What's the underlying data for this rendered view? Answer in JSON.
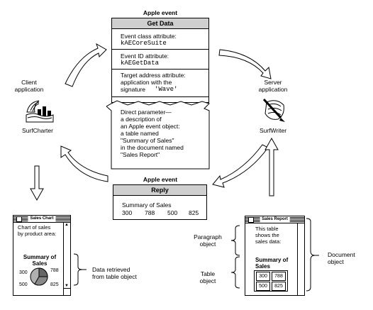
{
  "apple_event_top": {
    "caption": "Apple event",
    "header": "Get Data",
    "class_attr_label": "Event class attribute:",
    "class_attr_value": "kAECoreSuite",
    "id_attr_label": "Event ID attribute:",
    "id_attr_value": "kAEGetData",
    "target_lines": [
      "Target address attribute:",
      "application with the",
      "signature"
    ],
    "target_signature": "'Wave'",
    "direct_lines": [
      "Direct parameter—",
      "a description of",
      "an Apple event object:",
      "a table named",
      "\"Summary of Sales\"",
      "in the document named",
      "\"Sales Report\""
    ]
  },
  "apple_event_bottom": {
    "caption": "Apple event",
    "header": "Reply",
    "body_title": "Summary of Sales",
    "values": [
      "300",
      "788",
      "500",
      "825"
    ]
  },
  "client": {
    "role_lines": [
      "Client",
      "application"
    ],
    "app_name": "SurfCharter",
    "icon": "surf-charter-icon"
  },
  "server": {
    "role_lines": [
      "Server",
      "application"
    ],
    "app_name": "SurfWriter",
    "icon": "surf-writer-icon"
  },
  "chart_window": {
    "title": "Sales Chart",
    "intro_lines": [
      "Chart of sales",
      "by product area:"
    ],
    "summary_lines": [
      "Summary of",
      "Sales"
    ],
    "pie_labels": [
      "300",
      "788",
      "500",
      "825"
    ],
    "caption_lines": [
      "Data retrieved",
      "from table object"
    ]
  },
  "report_window": {
    "title": "Sales Report",
    "paragraph_lines": [
      "This table",
      "shows the",
      "sales data:"
    ],
    "summary_lines": [
      "Summary of",
      "Sales"
    ],
    "cells": [
      "300",
      "788",
      "500",
      "825"
    ],
    "paragraph_label": [
      "Paragraph",
      "object"
    ],
    "table_label": [
      "Table",
      "object"
    ],
    "document_label": [
      "Document",
      "object"
    ]
  }
}
